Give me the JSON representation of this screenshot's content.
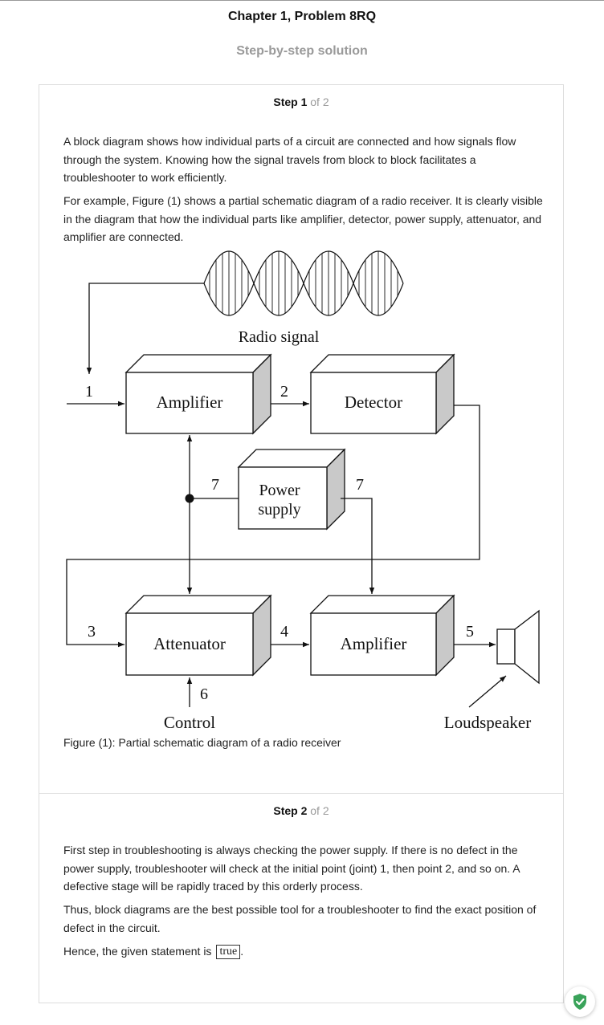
{
  "header": {
    "chapter_title": "Chapter 1, Problem 8RQ",
    "subtitle": "Step-by-step solution"
  },
  "steps": [
    {
      "label": "Step 1",
      "of": "of 2",
      "paragraphs": [
        "A block diagram shows how individual parts of a circuit are connected and how signals flow through the system. Knowing how the signal travels from block to block facilitates a troubleshooter to work efficiently.",
        "For example, Figure (1) shows a partial schematic diagram of a radio receiver. It is clearly visible in the diagram that how the individual parts like amplifier, detector, power supply, attenuator, and amplifier are connected."
      ],
      "figure": {
        "radio_signal": "Radio signal",
        "amplifier_top": "Amplifier",
        "detector": "Detector",
        "power_line1": "Power",
        "power_line2": "supply",
        "attenuator": "Attenuator",
        "amplifier_bottom": "Amplifier",
        "control": "Control",
        "loudspeaker": "Loudspeaker",
        "p1": "1",
        "p2": "2",
        "p3": "3",
        "p4": "4",
        "p5": "5",
        "p6": "6",
        "p7a": "7",
        "p7b": "7"
      },
      "caption": "Figure (1): Partial schematic diagram of a radio receiver"
    },
    {
      "label": "Step 2",
      "of": "of 2",
      "paragraphs": [
        "First step in troubleshooting is always checking the power supply. If there is no defect in the power supply, troubleshooter will check at the initial point (joint) 1, then point 2, and so on. A defective stage will be rapidly traced by this orderly process.",
        "Thus, block diagrams are the best possible tool for a troubleshooter to find the exact position of defect in the circuit."
      ],
      "conclusion_prefix": "Hence, the given statement is",
      "answer": "true",
      "conclusion_suffix": "."
    }
  ],
  "colors": {
    "muted": "#9a9a9a",
    "shield_green": "#3aa35a"
  },
  "icons": {
    "verified": "shield-check-icon"
  }
}
